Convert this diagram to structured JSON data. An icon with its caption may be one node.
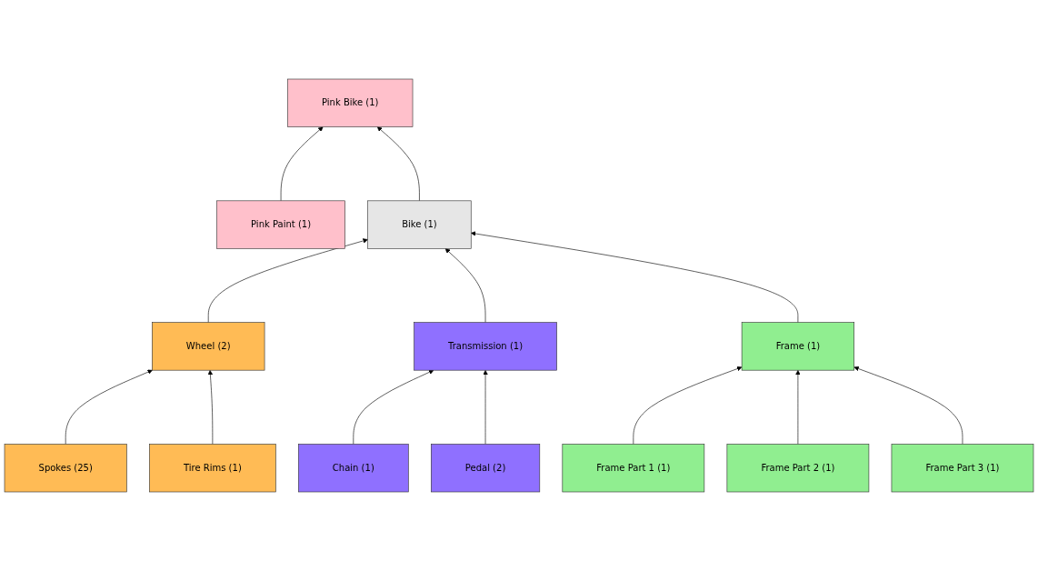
{
  "diagram": {
    "nodes": [
      {
        "text": [
          "Pink Bike (1)"
        ]
      },
      {
        "text": [
          "Pink Paint (1)"
        ]
      },
      {
        "text": [
          "Bike (1)"
        ]
      },
      {
        "text": [
          "Wheel (2)"
        ]
      },
      {
        "text": [
          "Transmission (1)"
        ]
      },
      {
        "text": [
          "Spokes (25)"
        ]
      },
      {
        "text": [
          "Tire Rims (1)"
        ]
      },
      {
        "text": [
          "Frame (1)"
        ]
      },
      {
        "text": [
          "Chain (1)"
        ]
      },
      {
        "text": [
          "Pedal (2)"
        ]
      },
      {
        "text": [
          "Frame Part 1 (1)"
        ]
      },
      {
        "text": [
          "Frame Part 2 (1)"
        ]
      },
      {
        "text": [
          "Frame Part 3 (1)"
        ]
      }
    ],
    "edges": [
      {
        "from": 1,
        "to": 0,
        "arrow": "to"
      },
      {
        "from": 2,
        "to": 0,
        "arrow": "to"
      },
      {
        "from": 3,
        "to": 2,
        "arrow": "to"
      },
      {
        "from": 4,
        "to": 2,
        "arrow": "to"
      },
      {
        "from": 5,
        "to": 3,
        "arrow": "to"
      },
      {
        "from": 6,
        "to": 3,
        "arrow": "to"
      },
      {
        "from": 7,
        "to": 2,
        "arrow": "to"
      },
      {
        "from": 8,
        "to": 4,
        "arrow": "to"
      },
      {
        "from": 9,
        "to": 4,
        "arrow": "to"
      },
      {
        "from": 10,
        "to": 7,
        "arrow": "to"
      },
      {
        "from": 11,
        "to": 7,
        "arrow": "to"
      },
      {
        "from": 12,
        "to": 7,
        "arrow": "to"
      }
    ]
  }
}
